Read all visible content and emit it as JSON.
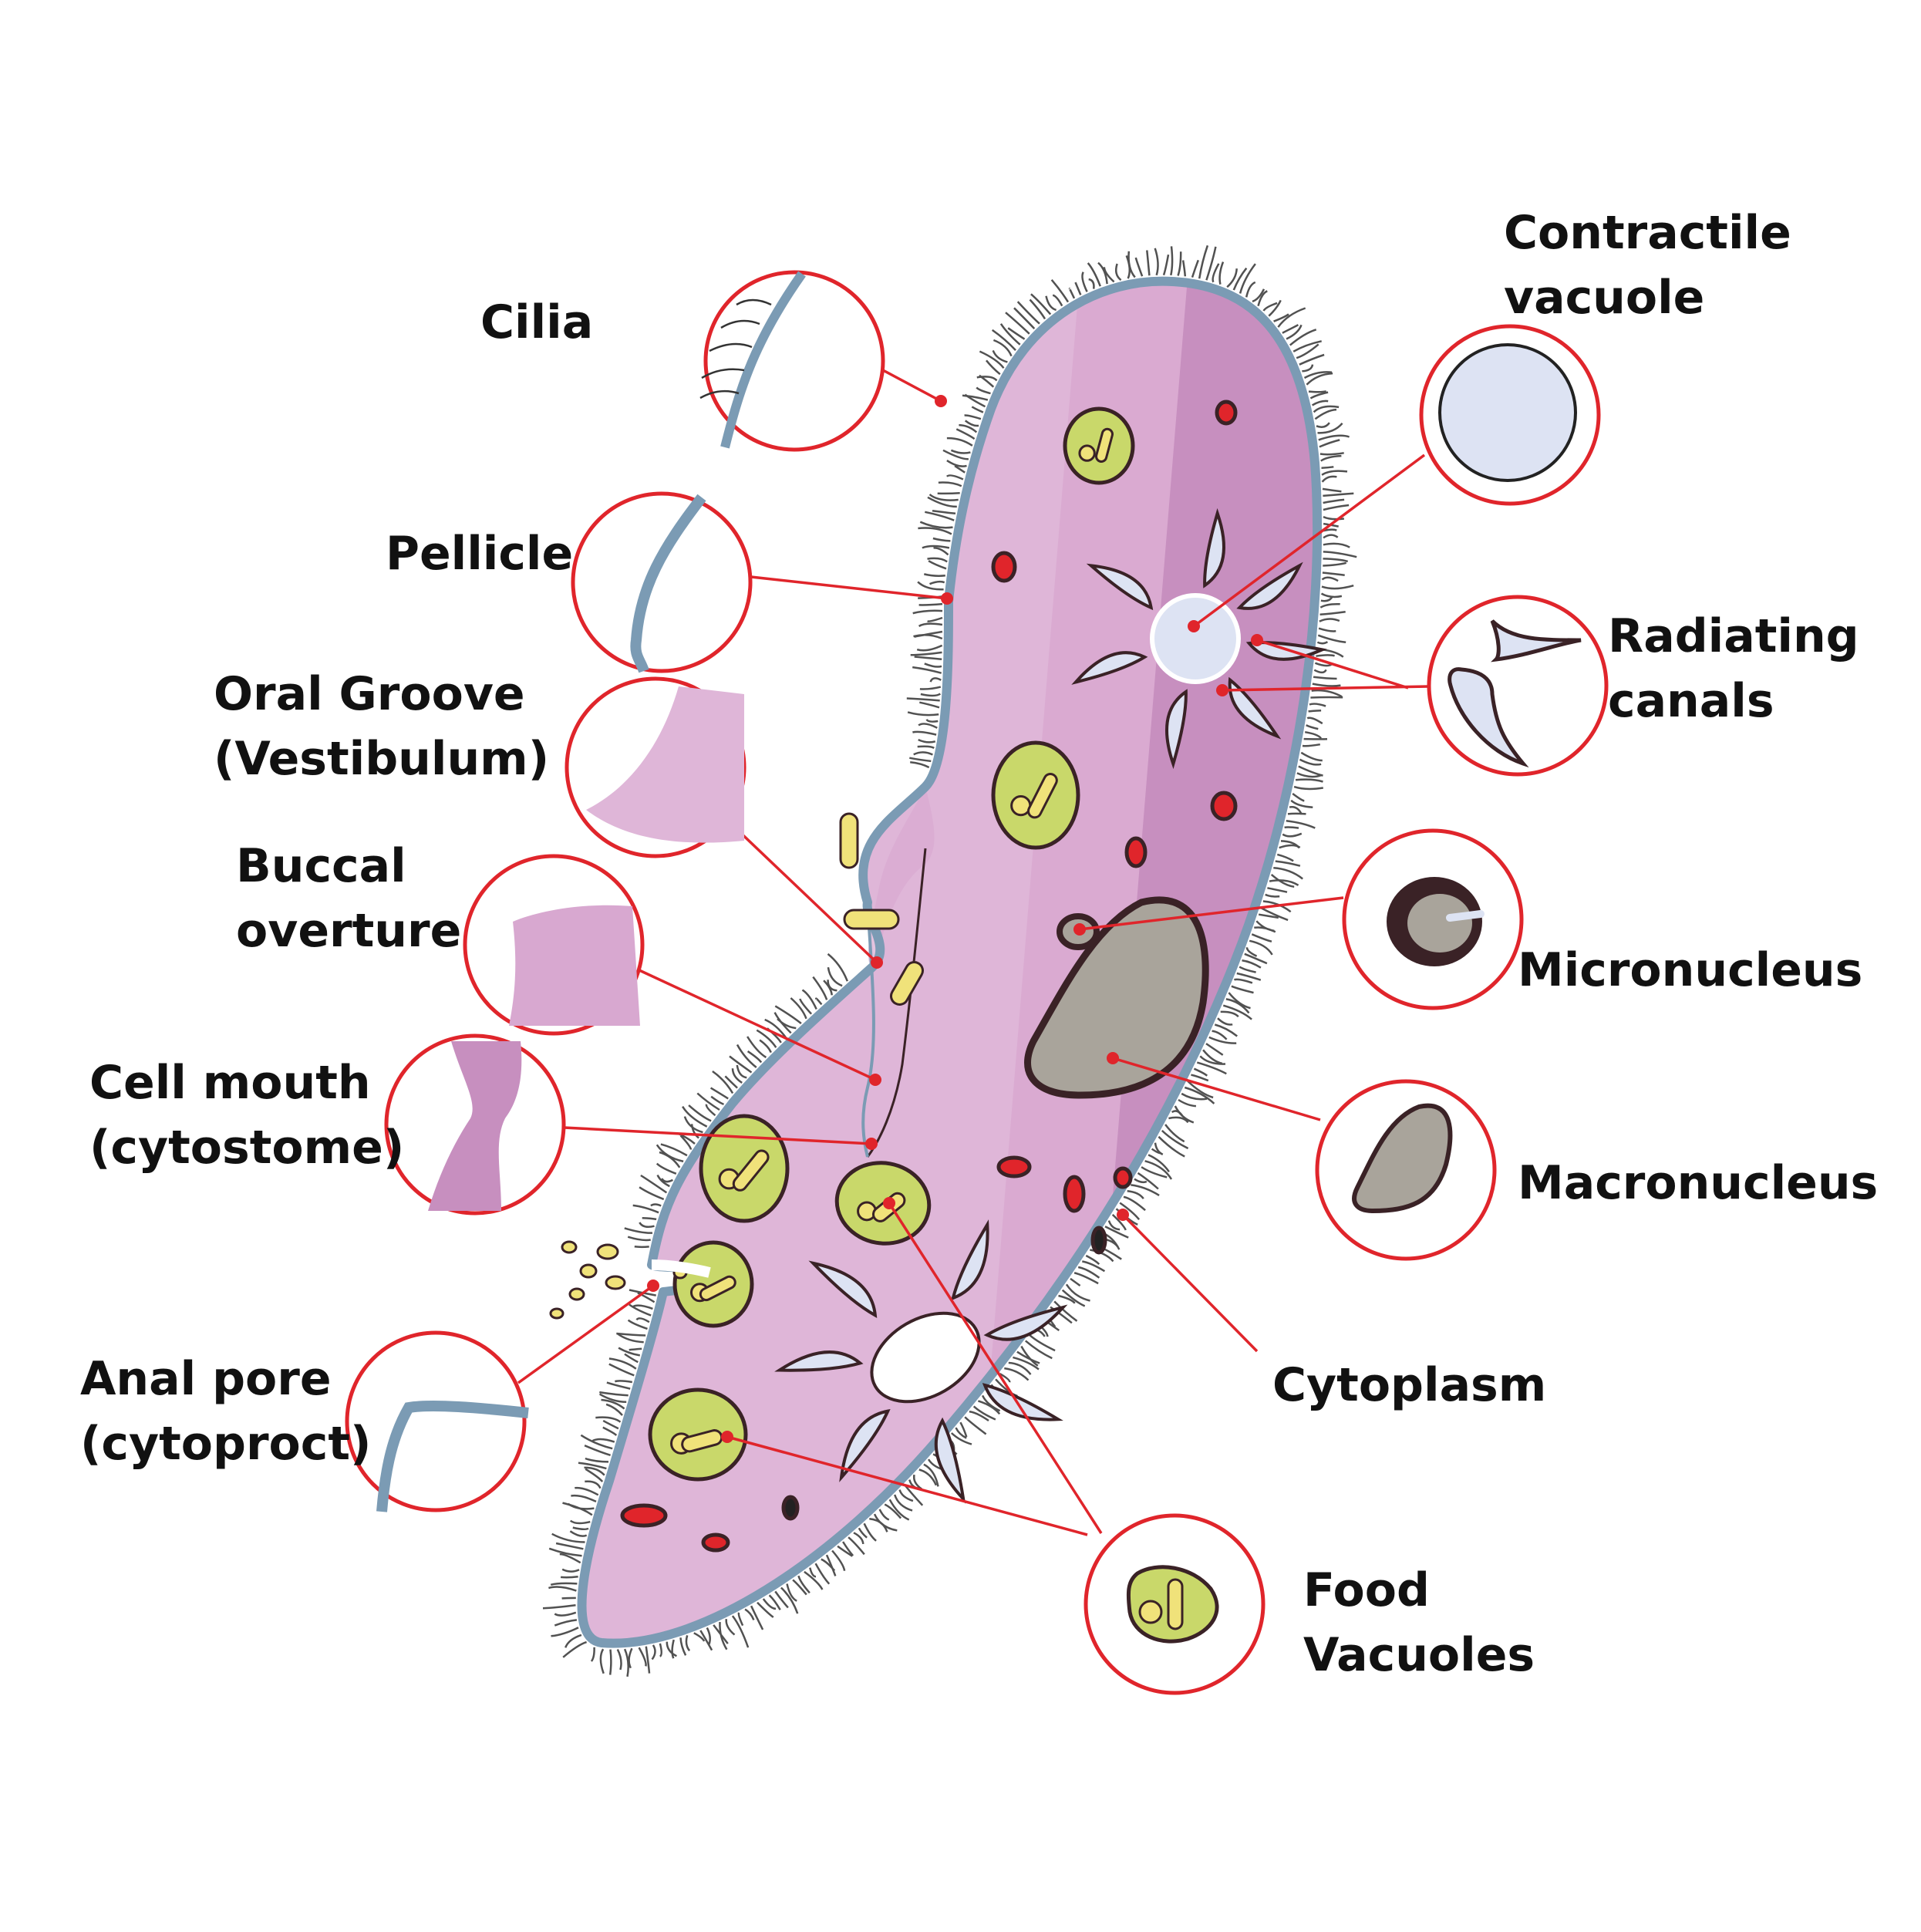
{
  "colors": {
    "background": "#ffffff",
    "cell_light": "#dfb6d8",
    "cell_mid": "#d8a8d0",
    "cell_dark": "#c78fbf",
    "pellicle": "#7b9bb4",
    "leader": "#e0252b",
    "food_vacuole": "#c9d86a",
    "yellow_particle": "#f0e27a",
    "contractile": "#dde3f3",
    "macronucleus": "#a9a49b",
    "outline": "#3a2226"
  },
  "labels": {
    "cilia": "Cilia",
    "pellicle": "Pellicle",
    "oral_groove": [
      "Oral Groove",
      "(Vestibulum)"
    ],
    "buccal": [
      "Buccal",
      "overture"
    ],
    "cell_mouth": [
      "Cell mouth",
      "(cytostome)"
    ],
    "anal_pore": [
      "Anal pore",
      "(cytoproct)"
    ],
    "contractile": [
      "Contractile",
      "vacuole"
    ],
    "radiating": [
      "Radiating",
      "canals"
    ],
    "micronucleus": "Micronucleus",
    "macronucleus": "Macronucleus",
    "cytoplasm": "Cytoplasm",
    "food_vacuoles": [
      "Food",
      "Vacuoles"
    ]
  }
}
